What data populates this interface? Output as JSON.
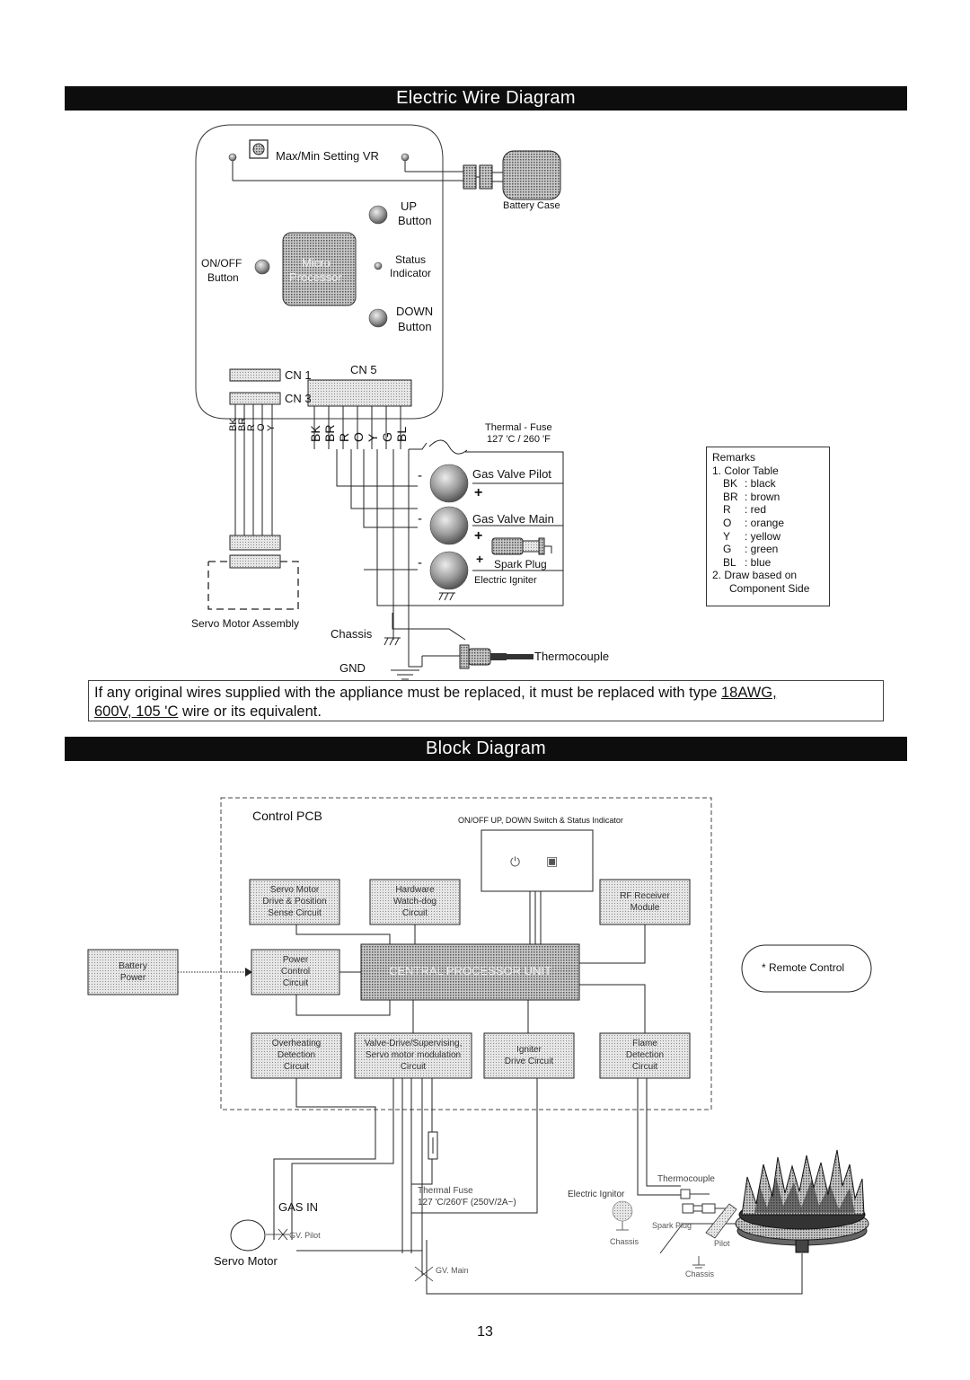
{
  "wire_diagram": {
    "title": "Electric Wire Diagram",
    "max_min_vr": "Max/Min Setting VR",
    "battery_case": "Battery Case",
    "up_button": [
      "UP",
      "Button"
    ],
    "status_indicator": [
      "Status",
      "Indicator"
    ],
    "down_button": [
      "DOWN",
      "Button"
    ],
    "onoff_button": [
      "ON/OFF",
      "Button"
    ],
    "microprocessor": [
      "Micro",
      "Processor"
    ],
    "cn1": "CN 1",
    "cn3": "CN 3",
    "cn5": "CN 5",
    "cn3_wires": [
      "BK",
      "BR",
      "R",
      "O",
      "Y"
    ],
    "cn5_wires": [
      "BK",
      "BR",
      "R",
      "O",
      "Y",
      "G",
      "BL"
    ],
    "thermal_fuse": [
      "Thermal - Fuse",
      "127 'C / 260 'F"
    ],
    "gas_valve_pilot": "Gas Valve Pilot",
    "gas_valve_main": "Gas Valve Main",
    "spark_plug": "Spark Plug",
    "electric_igniter": "Electric Igniter",
    "minus": "-",
    "plus": "+",
    "servo_motor_assembly": "Servo Motor Assembly",
    "chassis": "Chassis",
    "gnd": "GND",
    "thermocouple": "Thermocouple",
    "remarks": {
      "title": "Remarks",
      "item1": "1. Color Table",
      "colors": [
        {
          "code": "BK",
          "name": ": black"
        },
        {
          "code": "BR",
          "name": ": brown"
        },
        {
          "code": "R",
          "name": ": red"
        },
        {
          "code": "O",
          "name": ": orange"
        },
        {
          "code": "Y",
          "name": ": yellow"
        },
        {
          "code": "G",
          "name": ": green"
        },
        {
          "code": "BL",
          "name": ": blue"
        }
      ],
      "item2": "2. Draw based on",
      "item2b": "Component Side"
    }
  },
  "warning": {
    "part1": "If any original wires supplied with the appliance must be replaced, it must be replaced with type ",
    "underlined1": "18AWG,",
    "underlined2": "600V, 105 'C",
    "part2": " wire or its equivalent."
  },
  "block_diagram": {
    "title": "Block Diagram",
    "control_pcb": "Control PCB",
    "switch_label": "ON/OFF UP, DOWN Switch & Status Indicator",
    "switch_symbols": [
      "⏻",
      "▣"
    ],
    "servo_drive": [
      "Servo Motor",
      "Drive & Position",
      "Sense Circuit"
    ],
    "watchdog": [
      "Hardware",
      "Watch-dog",
      "Circuit"
    ],
    "rf_receiver": [
      "RF Receiver",
      "Module"
    ],
    "battery_power": [
      "Battery",
      "Power"
    ],
    "power_control": [
      "Power",
      "Control",
      "Circuit"
    ],
    "cpu": "CENTRAL PROCESSOR UNIT",
    "remote_control": "* Remote Control",
    "overheating": [
      "Overheating",
      "Detection",
      "Circuit"
    ],
    "valve_drive": [
      "Valve-Drive/Supervising,",
      "Servo motor modulation",
      "Circuit"
    ],
    "igniter_drive": [
      "Igniter",
      "Drive Circuit"
    ],
    "flame_detection": [
      "Flame",
      "Detection",
      "Circuit"
    ],
    "thermocouple": "Thermocouple",
    "thermal_fuse": [
      "Thermal Fuse",
      "127 'C/260'F (250V/2A~)"
    ],
    "electric_ignitor": "Electric Ignitor",
    "spark_plug": "Spark Plug",
    "gas_in": "GAS IN",
    "gv_pilot": "GV. Pilot",
    "gv_main": "GV. Main",
    "chassis_1": "Chassis",
    "chassis_2": "Chassis",
    "pilot": "Pilot",
    "servo_motor": "Servo Motor"
  },
  "page_number": "13"
}
